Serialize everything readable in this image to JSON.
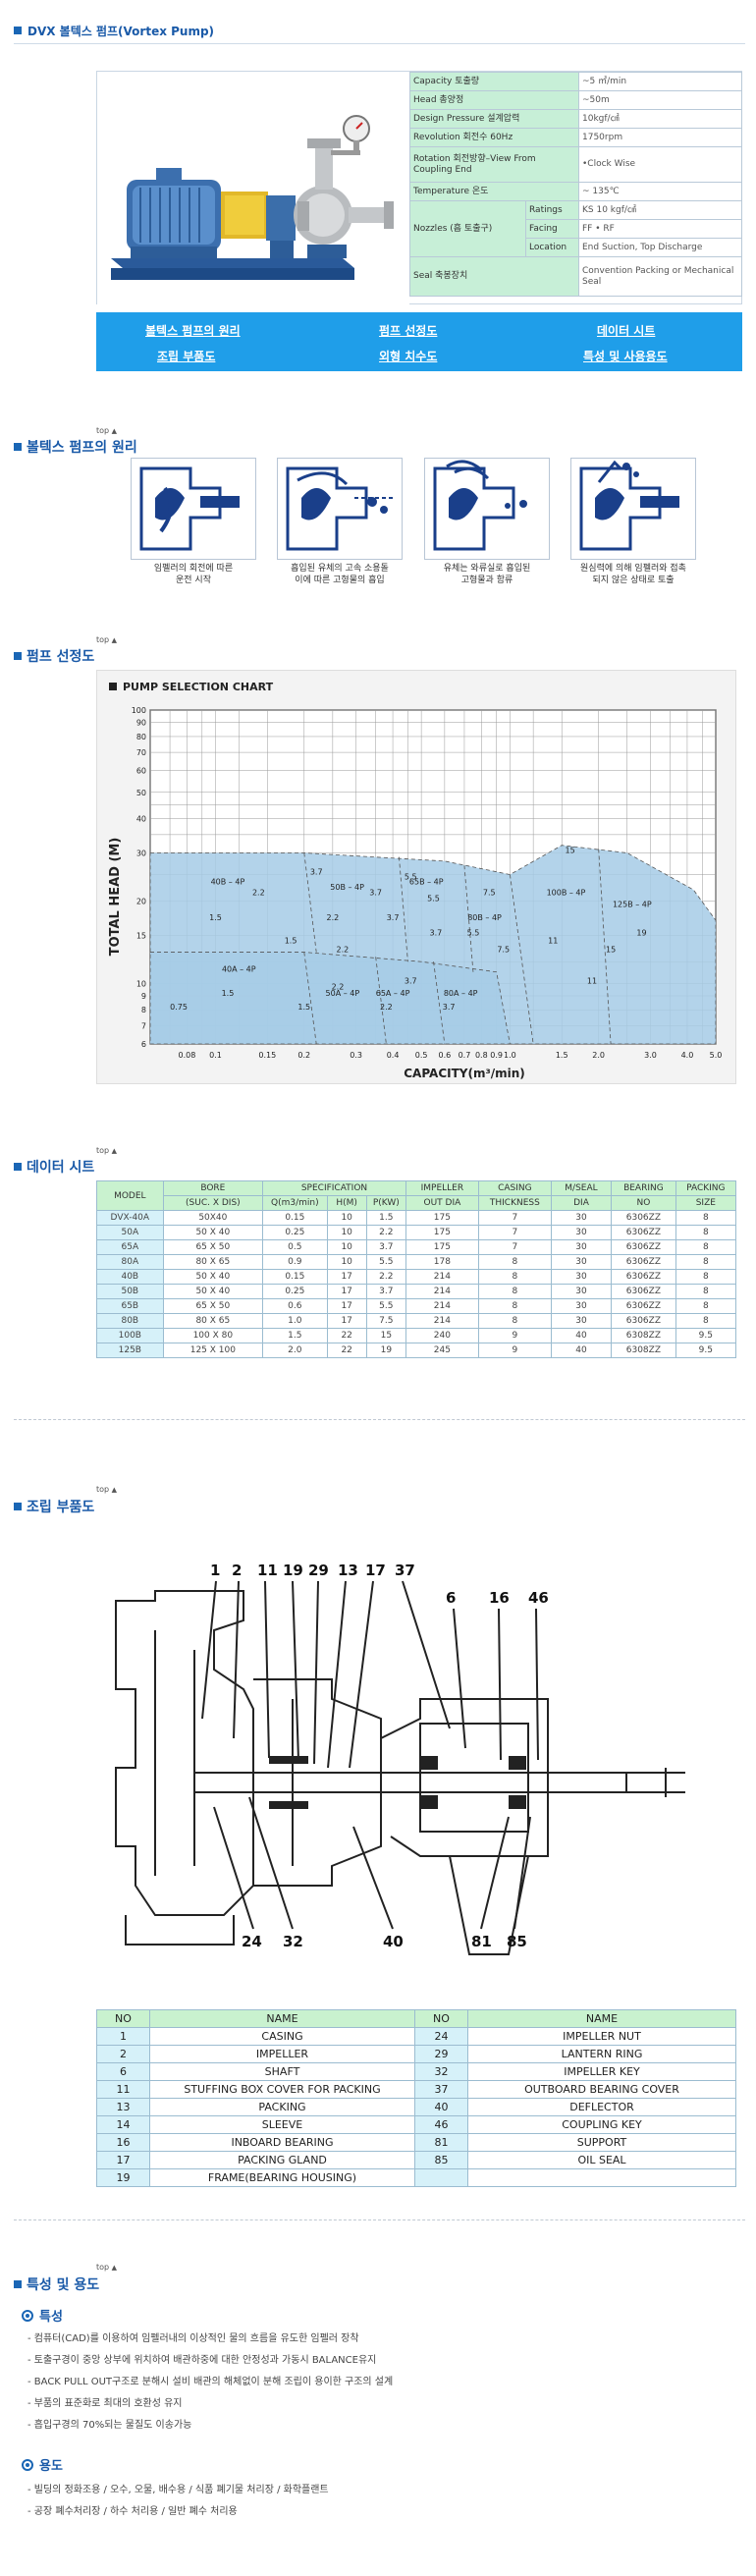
{
  "page": {
    "title": "DVX 볼텍스 펌프(Vortex Pump)"
  },
  "specs": {
    "rows": [
      {
        "label": "Capacity 토출량",
        "value": "~5 ㎥/min"
      },
      {
        "label": "Head 총양정",
        "value": "~50m"
      },
      {
        "label": "Design Pressure 설계압력",
        "value": "10kgf/㎠"
      },
      {
        "label": "Revolution 회전수 60Hz",
        "value": "1750rpm"
      },
      {
        "label": "Rotation 회전방향–View From Coupling End",
        "value": "•Clock Wise"
      },
      {
        "label": "Temperature 온도",
        "value": "~ 135℃"
      }
    ],
    "nozzles": {
      "label": "Nozzles (흡 토출구)",
      "items": [
        {
          "label": "Ratings",
          "value": "KS 10 kgf/㎠"
        },
        {
          "label": "Facing",
          "value": "FF • RF"
        },
        {
          "label": "Location",
          "value": "End Suction, Top Discharge"
        }
      ]
    },
    "seal": {
      "label": "Seal 축봉장치",
      "value": "Convention Packing or Mechanical Seal"
    }
  },
  "menu": {
    "items": [
      "볼텍스 펌프의 원리",
      "펌프 선정도",
      "데이터 시트",
      "조립 부품도",
      "외형 치수도",
      "특성 및 사용용도"
    ]
  },
  "common": {
    "top_label": "top"
  },
  "sections": {
    "principle": "볼텍스 펌프의 원리",
    "selection": "펌프 선정도",
    "datasheet": "데이터 시트",
    "assembly": "조립 부품도",
    "features": "특성 및 용도"
  },
  "principle": {
    "captions": [
      [
        "임펠러의 회전에 따른",
        "운전 시작"
      ],
      [
        "흡입된 유체의 고속 소용돌",
        "이에 따른 고형물의 흡입"
      ],
      [
        "유체는 와류실로 흡입된",
        "고형물과 함류"
      ],
      [
        "원심력에 의해 임펠러와 접촉",
        "되지 않은 상태로 토출"
      ]
    ]
  },
  "chart_data": {
    "type": "area",
    "title": "PUMP SELECTION CHART",
    "xlabel": "CAPACITY(m³/min)",
    "ylabel": "TOTAL HEAD (M)",
    "xscale": "log",
    "yscale": "log",
    "xlim": [
      0.06,
      5.0
    ],
    "ylim": [
      6,
      100
    ],
    "x_ticks": [
      "0.08",
      "0.1",
      "0.15",
      "0.2",
      "0.3",
      "0.4",
      "0.5",
      "0.6",
      "0.7",
      "0.8",
      "0.9",
      "1.0",
      "1.5",
      "2.0",
      "3.0",
      "4.0",
      "5.0"
    ],
    "y_ticks": [
      "6",
      "7",
      "8",
      "9",
      "10",
      "15",
      "20",
      "30",
      "40",
      "50",
      "60",
      "70",
      "80",
      "90",
      "100"
    ],
    "models": [
      {
        "name": "40B – 4P",
        "x": 0.11,
        "y": 23
      },
      {
        "name": "50B – 4P",
        "x": 0.28,
        "y": 22
      },
      {
        "name": "65B – 4P",
        "x": 0.52,
        "y": 23
      },
      {
        "name": "80B – 4P",
        "x": 0.82,
        "y": 17
      },
      {
        "name": "100B – 4P",
        "x": 1.55,
        "y": 21
      },
      {
        "name": "125B – 4P",
        "x": 2.6,
        "y": 19
      },
      {
        "name": "40A – 4P",
        "x": 0.12,
        "y": 11
      },
      {
        "name": "50A – 4P",
        "x": 0.27,
        "y": 9
      },
      {
        "name": "65A – 4P",
        "x": 0.4,
        "y": 9
      },
      {
        "name": "80A – 4P",
        "x": 0.68,
        "y": 9
      }
    ],
    "kw_labels": [
      {
        "text": "3.7",
        "x": 0.22,
        "y": 25
      },
      {
        "text": "2.2",
        "x": 0.14,
        "y": 21
      },
      {
        "text": "1.5",
        "x": 0.1,
        "y": 17
      },
      {
        "text": "3.7",
        "x": 0.35,
        "y": 21
      },
      {
        "text": "2.2",
        "x": 0.25,
        "y": 17
      },
      {
        "text": "1.5",
        "x": 0.18,
        "y": 14
      },
      {
        "text": "5.5",
        "x": 0.46,
        "y": 24
      },
      {
        "text": "3.7",
        "x": 0.4,
        "y": 17
      },
      {
        "text": "2.2",
        "x": 0.27,
        "y": 13
      },
      {
        "text": "5.5",
        "x": 0.55,
        "y": 20
      },
      {
        "text": "3.7",
        "x": 0.56,
        "y": 15
      },
      {
        "text": "7.5",
        "x": 0.85,
        "y": 21
      },
      {
        "text": "5.5",
        "x": 0.75,
        "y": 15
      },
      {
        "text": "7.5",
        "x": 0.95,
        "y": 13
      },
      {
        "text": "15",
        "x": 1.6,
        "y": 30
      },
      {
        "text": "11",
        "x": 1.4,
        "y": 14
      },
      {
        "text": "19",
        "x": 2.8,
        "y": 15
      },
      {
        "text": "15",
        "x": 2.2,
        "y": 13
      },
      {
        "text": "11",
        "x": 1.9,
        "y": 10
      },
      {
        "text": "0.75",
        "x": 0.075,
        "y": 8
      },
      {
        "text": "1.5",
        "x": 0.11,
        "y": 9
      },
      {
        "text": "2.2",
        "x": 0.26,
        "y": 9.5
      },
      {
        "text": "1.5",
        "x": 0.2,
        "y": 8
      },
      {
        "text": "2.2",
        "x": 0.38,
        "y": 8
      },
      {
        "text": "3.7",
        "x": 0.46,
        "y": 10
      },
      {
        "text": "3.7",
        "x": 0.62,
        "y": 8
      }
    ]
  },
  "datasheet": {
    "header1": [
      "MODEL",
      "BORE",
      "SPECIFICATION",
      "IMPELLER",
      "CASING",
      "M/SEAL",
      "BEARING",
      "PACKING"
    ],
    "header2": [
      "(SUC. X DIS)",
      "Q(m3/min)",
      "H(M)",
      "P(KW)",
      "OUT DIA",
      "THICKNESS",
      "DIA",
      "NO",
      "SIZE"
    ],
    "rows": [
      [
        "DVX-40A",
        "50X40",
        "0.15",
        "10",
        "1.5",
        "175",
        "7",
        "30",
        "6306ZZ",
        "8"
      ],
      [
        "50A",
        "50 X 40",
        "0.25",
        "10",
        "2.2",
        "175",
        "7",
        "30",
        "6306ZZ",
        "8"
      ],
      [
        "65A",
        "65 X 50",
        "0.5",
        "10",
        "3.7",
        "175",
        "7",
        "30",
        "6306ZZ",
        "8"
      ],
      [
        "80A",
        "80 X 65",
        "0.9",
        "10",
        "5.5",
        "178",
        "8",
        "30",
        "6306ZZ",
        "8"
      ],
      [
        "40B",
        "50 X 40",
        "0.15",
        "17",
        "2.2",
        "214",
        "8",
        "30",
        "6306ZZ",
        "8"
      ],
      [
        "50B",
        "50 X 40",
        "0.25",
        "17",
        "3.7",
        "214",
        "8",
        "30",
        "6306ZZ",
        "8"
      ],
      [
        "65B",
        "65 X 50",
        "0.6",
        "17",
        "5.5",
        "214",
        "8",
        "30",
        "6306ZZ",
        "8"
      ],
      [
        "80B",
        "80 X 65",
        "1.0",
        "17",
        "7.5",
        "214",
        "8",
        "30",
        "6306ZZ",
        "8"
      ],
      [
        "100B",
        "100 X 80",
        "1.5",
        "22",
        "15",
        "240",
        "9",
        "40",
        "6308ZZ",
        "9.5"
      ],
      [
        "125B",
        "125 X 100",
        "2.0",
        "22",
        "19",
        "245",
        "9",
        "40",
        "6308ZZ",
        "9.5"
      ]
    ]
  },
  "assembly": {
    "callouts_top": [
      "1",
      "2",
      "11",
      "19",
      "29",
      "13",
      "17",
      "37",
      "6",
      "16",
      "46"
    ],
    "callouts_bottom": [
      "24",
      "32",
      "40",
      "81",
      "85"
    ]
  },
  "parts": {
    "header": [
      "NO",
      "NAME",
      "NO",
      "NAME"
    ],
    "rows": [
      [
        "1",
        "CASING",
        "24",
        "IMPELLER NUT"
      ],
      [
        "2",
        "IMPELLER",
        "29",
        "LANTERN RING"
      ],
      [
        "6",
        "SHAFT",
        "32",
        "IMPELLER KEY"
      ],
      [
        "11",
        "STUFFING BOX COVER FOR PACKING",
        "37",
        "OUTBOARD BEARING COVER"
      ],
      [
        "13",
        "PACKING",
        "40",
        "DEFLECTOR"
      ],
      [
        "14",
        "SLEEVE",
        "46",
        "COUPLING KEY"
      ],
      [
        "16",
        "INBOARD BEARING",
        "81",
        "SUPPORT"
      ],
      [
        "17",
        "PACKING GLAND",
        "85",
        "OIL SEAL"
      ],
      [
        "19",
        "FRAME(BEARING HOUSING)",
        "",
        ""
      ]
    ]
  },
  "features": {
    "char_title": "특성",
    "char_items": [
      "- 컴퓨터(CAD)를 이용하여 임펠러내의 이상적인 물의 흐름을 유도한 임펠러 장착",
      "- 토출구경이 중앙 상부에 위치하여    배관하중에 대한 안정성과 가동시 BALANCE유지",
      "- BACK PULL OUT구조로 분해시 설비 배관의 해체없이 분해 조립이 용이한 구조의 설계",
      "- 부품의 표준화로 최대의 호환성 유지",
      "- 흡입구경의 70%되는 물질도 이송가능"
    ],
    "use_title": "용도",
    "use_items": [
      "- 빌딩의 정화조용 / 오수, 오물, 배수용 / 식품 폐기물 처리장 / 화학플랜트",
      "- 공장 폐수처리장 / 하수 처리용 / 일반 폐수 처리용"
    ]
  }
}
